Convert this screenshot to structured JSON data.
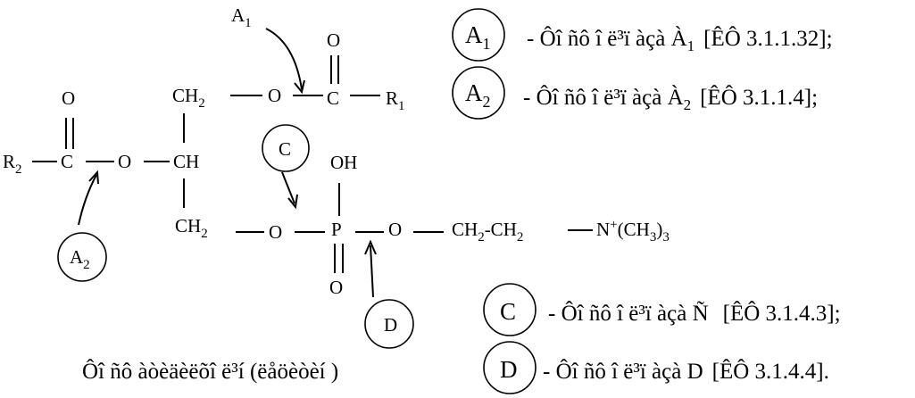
{
  "molecule": {
    "a1_label": "A",
    "a1_sub": "1",
    "o_top_carbonyl": "O",
    "ch2_top": "CH",
    "ch2_top_sub": "2",
    "o_ester1": "O",
    "c_ester1": "C",
    "r1": "R",
    "r1_sub": "1",
    "o_top_left": "O",
    "r2": "R",
    "r2_sub": "2",
    "c_ester2": "C",
    "o_ester2": "O",
    "ch_middle": "CH",
    "oh": "OH",
    "c_circle_label": "C",
    "ch2_bottom": "CH",
    "ch2_bottom_sub": "2",
    "o_p_left": "O",
    "p_atom": "P",
    "o_p_right": "O",
    "ethyl_a": "CH",
    "ethyl_a_sub": "2",
    "ethyl_b": "-CH",
    "ethyl_b_sub": "2",
    "amine_a": "N",
    "amine_sup": "+",
    "amine_b": "(CH",
    "amine_sub": "3",
    "amine_c": ")",
    "amine_sub2": "3",
    "o_p_bottom": "O",
    "a2_circle_label": "A",
    "a2_circle_sub": "2",
    "d_circle_label": "D"
  },
  "legend": [
    {
      "letter": "A",
      "sub": "1",
      "desc": "- Ôî ñô î ë³ï àçà À",
      "desc_sub": "1",
      "code": "[ÊÔ 3.1.1.32];"
    },
    {
      "letter": "A",
      "sub": "2",
      "desc": "- Ôî ñô î ë³ï àçà À",
      "desc_sub": "2",
      "code": "[ÊÔ 3.1.1.4];"
    },
    {
      "letter": "C",
      "sub": "",
      "desc": "- Ôî ñô î ë³ï àçà Ñ",
      "desc_sub": "",
      "code": "[ÊÔ 3.1.4.3];"
    },
    {
      "letter": "D",
      "sub": "",
      "desc": "- Ôî ñô î ë³ï àçà D",
      "desc_sub": "",
      "code": "[ÊÔ 3.1.4.4]."
    }
  ],
  "caption": "Ôî ñô àòèäèëõî ë³í  (ëåöèòèí )"
}
